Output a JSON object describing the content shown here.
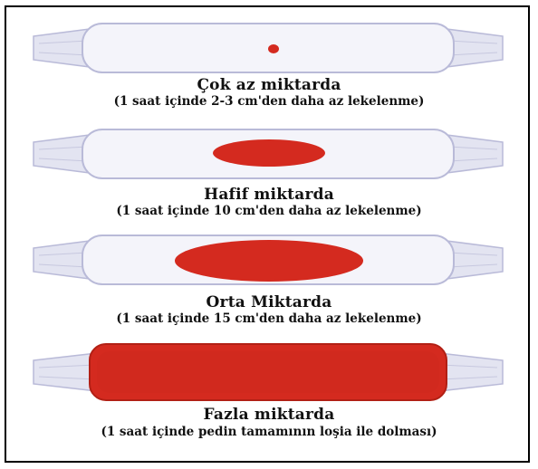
{
  "levels": [
    {
      "title": "Çok az miktarda",
      "subtitle": "(1 saat içinde 2-3 cm'den daha az lekelenme)"
    },
    {
      "title": "Hafif miktarda",
      "subtitle": "(1 saat içinde 10 cm'den daha az lekelenme)"
    },
    {
      "title": "Orta Miktarda",
      "subtitle": "(1 saat içinde 15 cm'den daha az lekelenme)"
    },
    {
      "title": "Fazla miktarda",
      "subtitle": "(1 saat içinde pedin tamamının loşia ile dolması)"
    }
  ],
  "colors": {
    "stain": "#d42a1f",
    "pad_fill": "#f4f4fa",
    "pad_edge": "#b9bad8",
    "wing": "#e3e4f1"
  }
}
